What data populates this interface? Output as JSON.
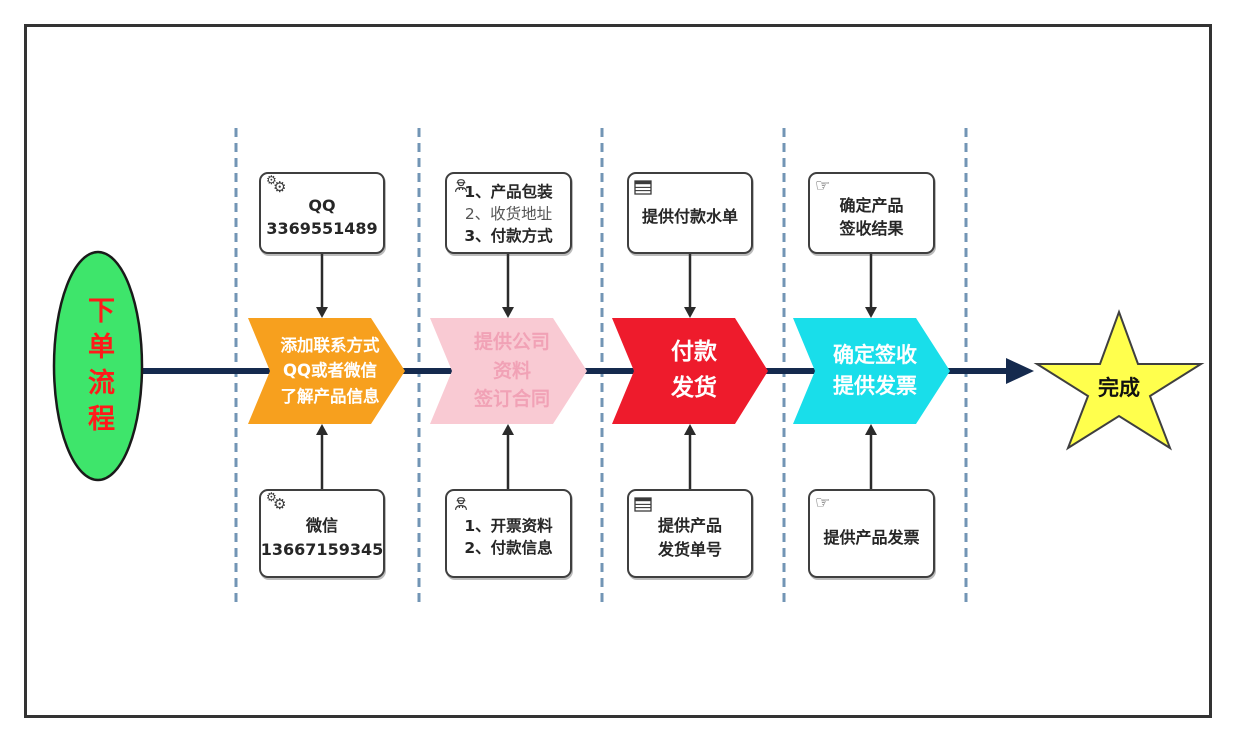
{
  "diagram_title": "下单流程",
  "start_node": {
    "label": "下单流程",
    "fill": "#3EE56B",
    "text_color": "#FF1A1A"
  },
  "end_node": {
    "label": "完成",
    "fill": "#FFFF4D"
  },
  "lanes": [
    {
      "top_box": {
        "icon": "gears-icon",
        "lines": [
          "QQ",
          "3369551489"
        ]
      },
      "chevron": {
        "fill": "#F7A01E",
        "text_color": "#FFFFFF",
        "lines": [
          "添加联系方式",
          "QQ或者微信",
          "了解产品信息"
        ]
      },
      "bottom_box": {
        "icon": "gears-icon",
        "lines": [
          "微信",
          "13667159345"
        ]
      }
    },
    {
      "top_box": {
        "icon": "engineer-icon",
        "lines": [
          "1、产品包装",
          "2、收货地址",
          "3、付款方式"
        ]
      },
      "chevron": {
        "fill": "#F9CAD3",
        "text_color": "#F1A2B6",
        "lines": [
          "提供公司",
          "资料",
          "签订合同"
        ]
      },
      "bottom_box": {
        "icon": "engineer-icon",
        "lines": [
          "1、开票资料",
          "2、付款信息"
        ]
      }
    },
    {
      "top_box": {
        "icon": "table-icon",
        "lines": [
          "提供付款水单"
        ]
      },
      "chevron": {
        "fill": "#EE1B2C",
        "text_color": "#FFFFFF",
        "lines": [
          "付款",
          "发货"
        ]
      },
      "bottom_box": {
        "icon": "table-icon",
        "lines": [
          "提供产品",
          "发货单号"
        ]
      }
    },
    {
      "top_box": {
        "icon": "pointing-hand-icon",
        "lines": [
          "确定产品",
          "签收结果"
        ]
      },
      "chevron": {
        "fill": "#19DEEA",
        "text_color": "#FFFFFF",
        "lines": [
          "确定签收",
          "提供发票"
        ]
      },
      "bottom_box": {
        "icon": "pointing-hand-icon",
        "lines": [
          "提供产品发票"
        ]
      }
    }
  ],
  "colors": {
    "timeline": "#152A4E",
    "lane_divider": "#7295B5",
    "connector": "#2B2B2B",
    "box_border": "#3F3F3F",
    "box_text": "#262626",
    "frame": "#333333"
  }
}
